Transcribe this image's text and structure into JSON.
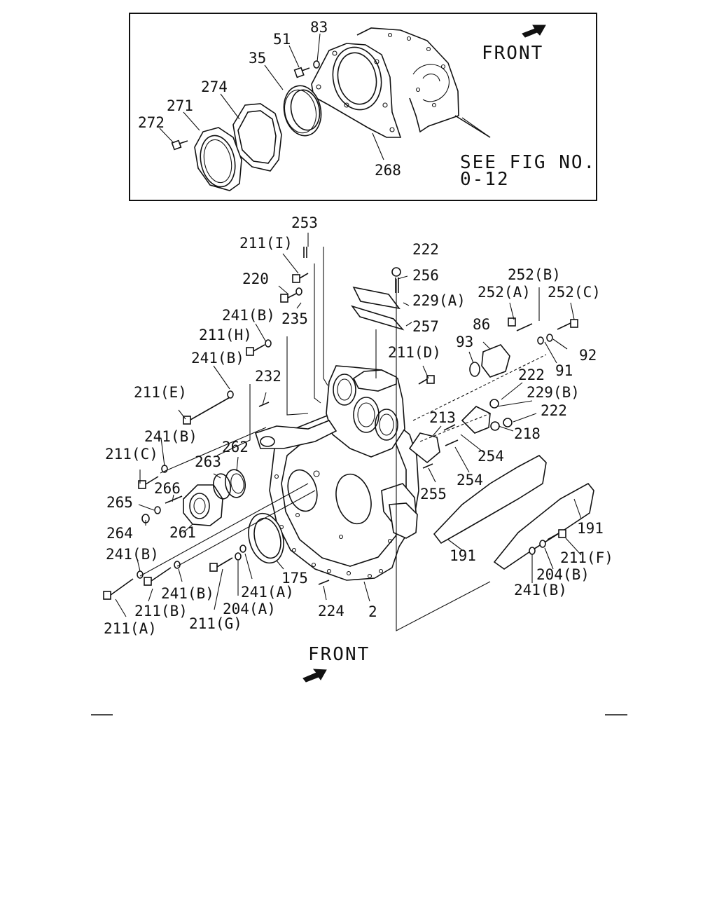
{
  "inset": {
    "front_label": "FRONT",
    "see_fig_line1": "SEE FIG NO.",
    "see_fig_line2": "0-12",
    "callouts": [
      "83",
      "51",
      "35",
      "274",
      "271",
      "272",
      "268"
    ]
  },
  "main": {
    "front_label": "FRONT",
    "callouts": [
      "253",
      "211(I)",
      "220",
      "235",
      "241(B)",
      "211(H)",
      "241(B)",
      "211(E)",
      "232",
      "241(B)",
      "211(C)",
      "262",
      "263",
      "266",
      "265",
      "264",
      "261",
      "241(B)",
      "211(B)",
      "241(B)",
      "211(A)",
      "211(G)",
      "204(A)",
      "241(A)",
      "175",
      "224",
      "2",
      "222",
      "256",
      "229(A)",
      "257",
      "211(D)",
      "86",
      "93",
      "252(A)",
      "252(B)",
      "252(C)",
      "92",
      "91",
      "222",
      "229(B)",
      "222",
      "213",
      "218",
      "254",
      "254",
      "255",
      "191",
      "191",
      "211(F)",
      "204(B)",
      "241(B)"
    ]
  }
}
